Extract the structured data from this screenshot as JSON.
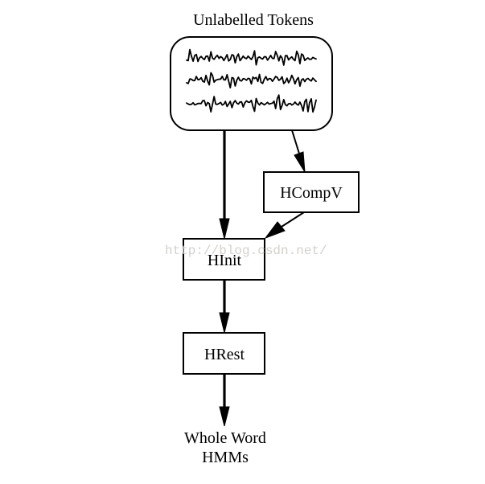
{
  "diagram": {
    "title": "HMM training pipeline",
    "colors": {
      "stroke": "#000000",
      "background": "#ffffff",
      "watermark": "#d4d0cc"
    },
    "nodes": [
      {
        "id": "tokens",
        "label": "Unlabelled Tokens",
        "shape": "rounded-box-with-waveforms"
      },
      {
        "id": "hcompv",
        "label": "HCompV",
        "shape": "box"
      },
      {
        "id": "hinit",
        "label": "HInit",
        "shape": "box"
      },
      {
        "id": "hrest",
        "label": "HRest",
        "shape": "box"
      },
      {
        "id": "output",
        "label_lines": [
          "Whole Word",
          "HMMs"
        ],
        "shape": "plaintext"
      }
    ],
    "edges": [
      {
        "from": "tokens",
        "to": "hinit",
        "style": "bold"
      },
      {
        "from": "tokens",
        "to": "hcompv",
        "style": "normal"
      },
      {
        "from": "hcompv",
        "to": "hinit",
        "style": "normal"
      },
      {
        "from": "hinit",
        "to": "hrest",
        "style": "bold"
      },
      {
        "from": "hrest",
        "to": "output",
        "style": "bold"
      }
    ],
    "waveform_count": 3,
    "watermark": "http://blog.csdn.net/"
  }
}
